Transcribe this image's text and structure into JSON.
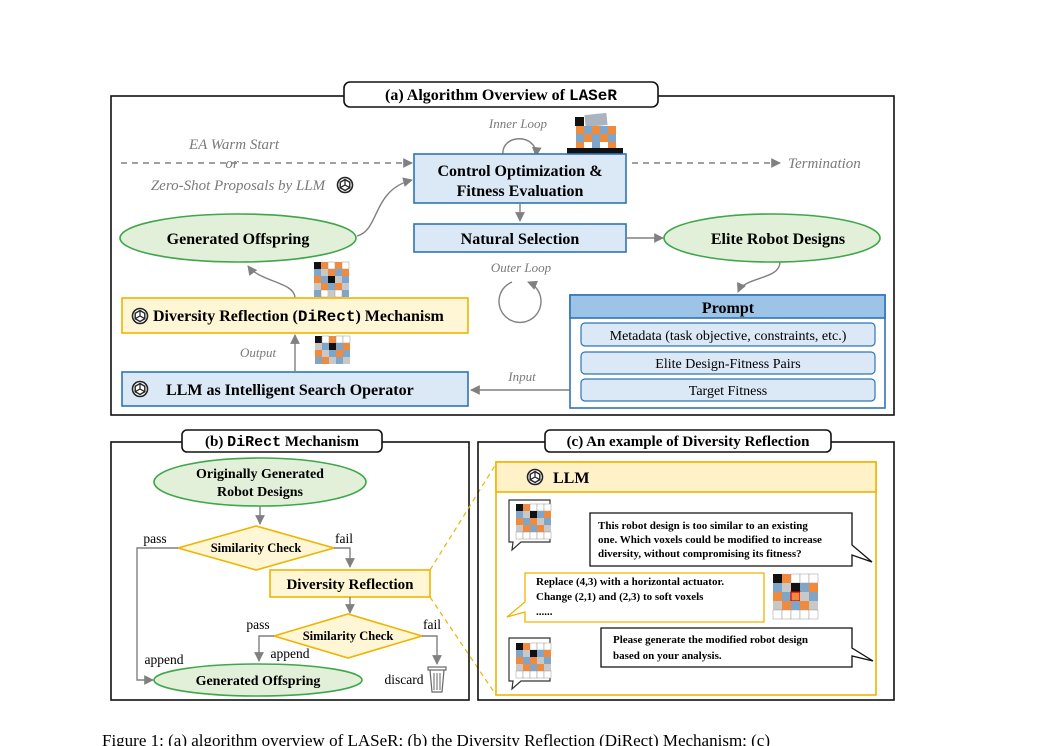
{
  "panel_a": {
    "title_prefix": "(a) Algorithm Overview of ",
    "title_mono": "LASeR",
    "warm_start": "EA Warm Start",
    "or": "or",
    "zero_shot": "Zero-Shot Proposals by LLM",
    "inner_loop": "Inner Loop",
    "outer_loop": "Outer Loop",
    "termination": "Termination",
    "control_opt_line1": "Control Optimization &",
    "control_opt_line2": "Fitness Evaluation",
    "natural_selection": "Natural Selection",
    "generated_offspring": "Generated Offspring",
    "elite_designs": "Elite Robot Designs",
    "direct_prefix": "Diversity Reflection (",
    "direct_mono": "DiRect",
    "direct_suffix": ") Mechanism",
    "output": "Output",
    "input": "Input",
    "llm_operator": "LLM as Intelligent Search Operator",
    "prompt_header": "Prompt",
    "prompt_items": [
      "Metadata (task objective, constraints, etc.)",
      "Elite Design-Fitness Pairs",
      "Target Fitness"
    ]
  },
  "panel_b": {
    "title_prefix": "(b) ",
    "title_mono": "DiRect",
    "title_suffix": " Mechanism",
    "orig_line1": "Originally Generated",
    "orig_line2": "Robot Designs",
    "similarity_check": "Similarity Check",
    "pass": "pass",
    "fail": "fail",
    "append": "append",
    "diversity_reflection": "Diversity Reflection",
    "generated_offspring": "Generated Offspring",
    "discard": "discard"
  },
  "panel_c": {
    "title": "(c) An example of Diversity Reflection",
    "llm_label": "LLM",
    "msg1": [
      "This robot design is too similar to an existing",
      "one. Which voxels could be modified to increase",
      "diversity, without compromising its fitness?"
    ],
    "msg2": [
      "Replace (4,3) with a horizontal actuator.",
      "Change (2,1) and (2,3) to soft voxels",
      "......"
    ],
    "msg3": [
      "Please generate the modified robot design",
      "based on your analysis."
    ]
  },
  "caption": "Figure 1: (a) algorithm overview of LASeR; (b) the Diversity Reflection (DiRect) Mechanism; (c)",
  "colors": {
    "blue_fill": "#dbe8f6",
    "blue_stroke": "#2e75b6",
    "green_fill": "#e2f0d9",
    "green_stroke": "#3fa64a",
    "yellow_fill": "#fff6d5",
    "yellow_stroke": "#f0b400",
    "gray_arrow": "#808080",
    "voxel_orange": "#f08a3c",
    "voxel_blue": "#7fa6c9",
    "voxel_gray": "#c8c8c8",
    "voxel_black": "#111111"
  },
  "icons": [
    "openai-logo-icon",
    "robot-icon",
    "voxel-grid-icon",
    "trash-icon",
    "chat-bubble-icon"
  ]
}
